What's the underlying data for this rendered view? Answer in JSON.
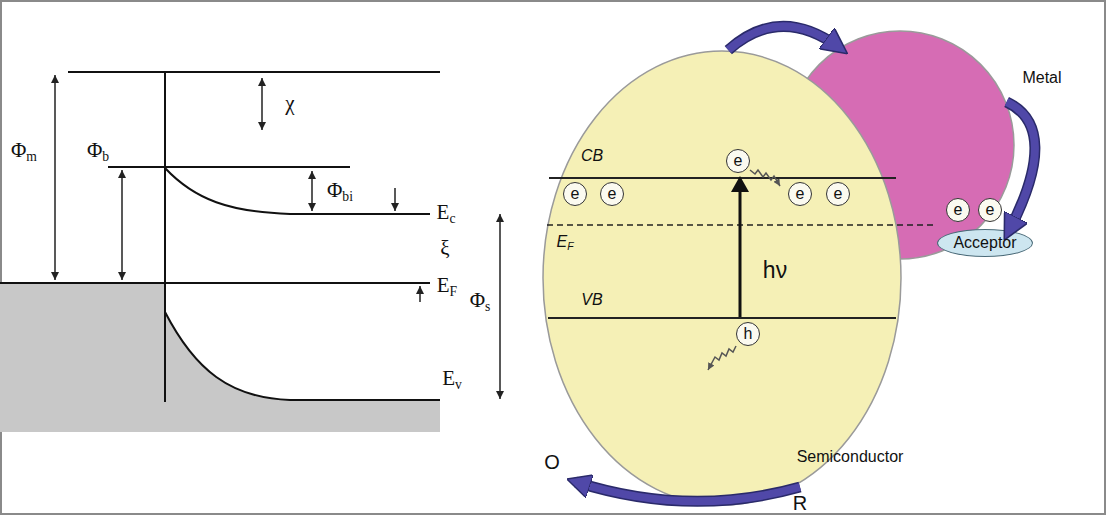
{
  "diagram": {
    "nodes": [
      {
        "text": [
          "Metal"
        ]
      },
      {
        "text": [
          "CB",
          "EF",
          "VB",
          "hν",
          "Semiconductor"
        ]
      },
      {
        "text": [
          "e"
        ],
        "in": 1
      },
      {
        "text": [
          "e"
        ],
        "in": 1
      },
      {
        "text": [
          "e"
        ],
        "in": 1
      },
      {
        "text": [
          "e"
        ],
        "in": 1
      },
      {
        "text": [
          "e"
        ],
        "in": 1
      },
      {
        "text": [
          "h"
        ],
        "in": 1
      },
      {
        "text": [
          "e"
        ],
        "in": 0
      },
      {
        "text": [
          "e"
        ],
        "in": 0
      },
      {
        "text": [
          "Acceptor"
        ]
      }
    ],
    "edges": [
      {
        "from": 1,
        "to": 0,
        "arrow": "to"
      },
      {
        "from": 0,
        "to": 10,
        "arrow": "to"
      }
    ],
    "labels": [
      "Φm",
      "χ",
      "Φb",
      "Φbi",
      "Ec",
      "ξ",
      "EF",
      "Φs",
      "Ev",
      "O",
      "R"
    ]
  }
}
